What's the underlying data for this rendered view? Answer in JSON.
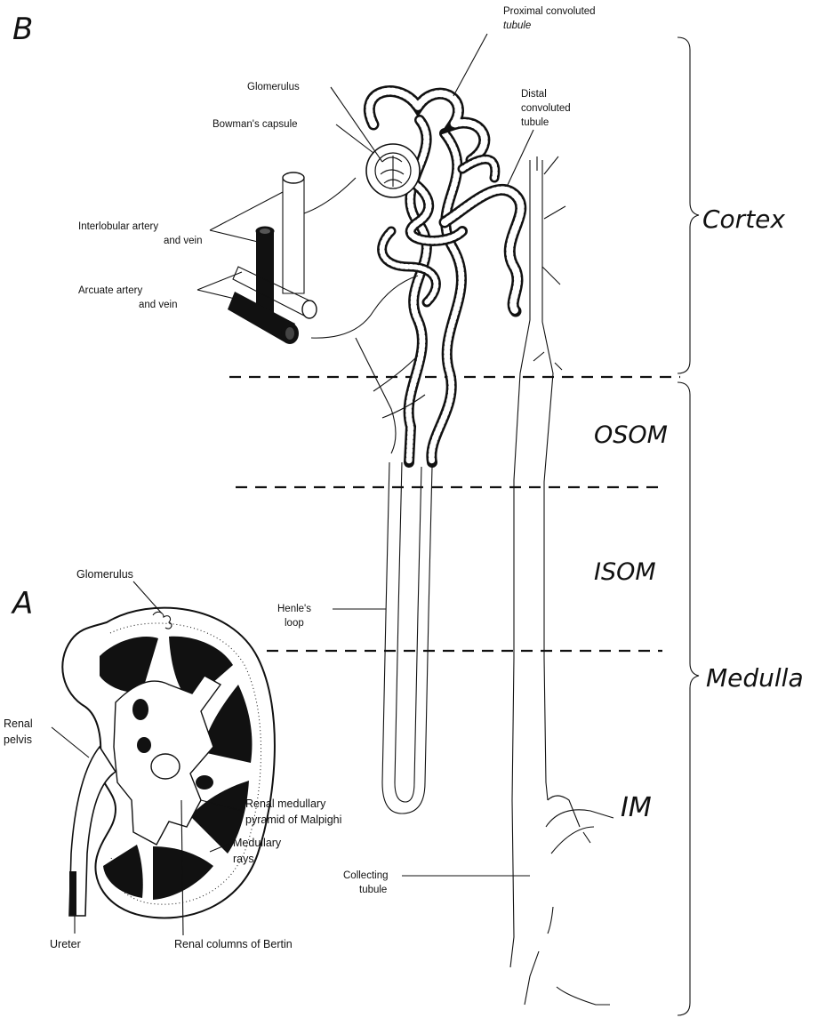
{
  "panels": {
    "a": "A",
    "b": "B"
  },
  "labels": {
    "proximal_line1": "Proximal convoluted",
    "proximal_line2": "tubule",
    "glomerulus_b": "Glomerulus",
    "bowman": "Bowman's capsule",
    "distal_line1": "Distal",
    "distal_line2": "convoluted",
    "distal_line3": "tubule",
    "interlobular_line1": "Interlobular artery",
    "interlobular_line2": "and vein",
    "arcuate_line1": "Arcuate artery",
    "arcuate_line2": "and vein",
    "henle_line1": "Henle's",
    "henle_line2": "loop",
    "collecting_line1": "Collecting",
    "collecting_line2": "tubule",
    "glomerulus_a": "Glomerulus",
    "renal_pelvis_line1": "Renal",
    "renal_pelvis_line2": "pelvis",
    "pyramid_line1": "Renal medullary",
    "pyramid_line2": "pyramid of Malpighi",
    "rays_line1": "Medullary",
    "rays_line2": "rays",
    "ureter": "Ureter",
    "columns": "Renal columns of Bertin"
  },
  "zones": {
    "cortex": "Cortex",
    "osom": "OSOM",
    "isom": "ISOM",
    "medulla": "Medulla",
    "im": "IM"
  }
}
